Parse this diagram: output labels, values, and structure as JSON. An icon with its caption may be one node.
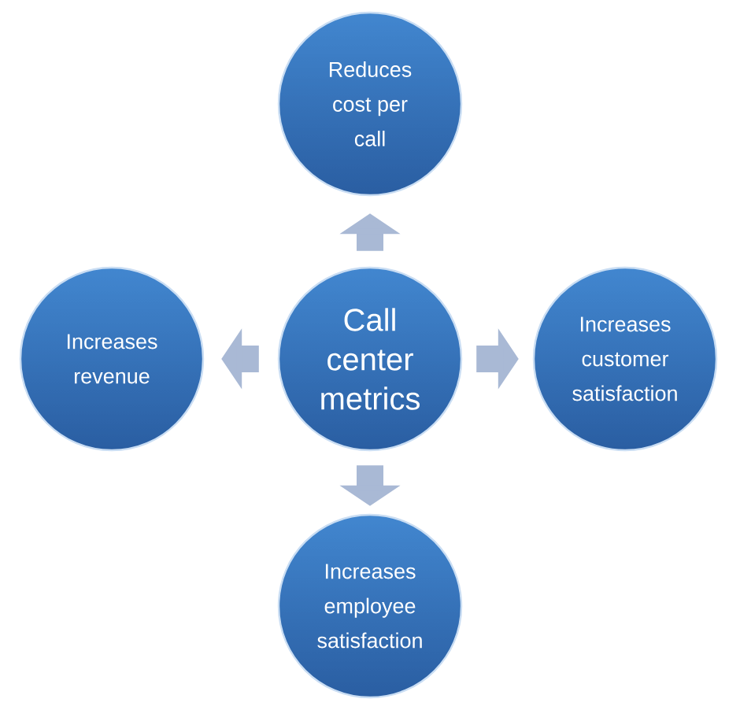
{
  "diagram": {
    "nodes": [
      {
        "text": [
          "Reduces cost per call"
        ]
      },
      {
        "text": [
          "Increases revenue"
        ]
      },
      {
        "text": [
          "Call center metrics"
        ]
      },
      {
        "text": [
          "Increases customer satisfaction"
        ]
      },
      {
        "text": [
          "Increases employee satisfaction"
        ]
      }
    ],
    "edges": [
      {
        "from": 2,
        "to": 0,
        "arrow": "to"
      },
      {
        "from": 2,
        "to": 1,
        "arrow": "to"
      },
      {
        "from": 2,
        "to": 3,
        "arrow": "to"
      },
      {
        "from": 2,
        "to": 4,
        "arrow": "to"
      }
    ]
  }
}
